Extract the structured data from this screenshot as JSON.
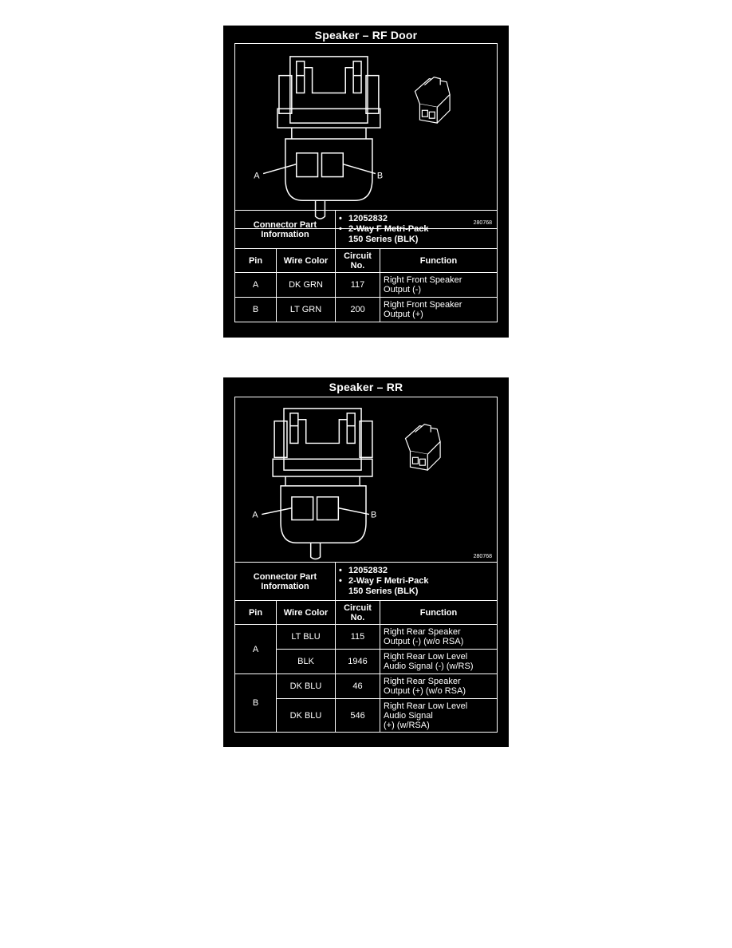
{
  "panels": [
    {
      "title": "Speaker – RF Door",
      "figure_no": "280768",
      "pin_labels": {
        "a": "A",
        "b": "B"
      },
      "connector_info": {
        "label": "Connector Part Information",
        "items": [
          "12052832",
          "2-Way F Metri-Pack",
          "150 Series (BLK)"
        ]
      },
      "columns": [
        "Pin",
        "Wire Color",
        "Circuit No.",
        "Function"
      ],
      "rows": [
        {
          "pin": "A",
          "wire": "DK GRN",
          "circuit": "117",
          "function_l1": "Right Front Speaker",
          "function_l2": "Output (-)"
        },
        {
          "pin": "B",
          "wire": "LT GRN",
          "circuit": "200",
          "function_l1": "Right Front Speaker",
          "function_l2": "Output (+)"
        }
      ]
    },
    {
      "title": "Speaker – RR",
      "figure_no": "280768",
      "pin_labels": {
        "a": "A",
        "b": "B"
      },
      "connector_info": {
        "label": "Connector Part Information",
        "items": [
          "12052832",
          "2-Way F Metri-Pack",
          "150 Series (BLK)"
        ]
      },
      "columns": [
        "Pin",
        "Wire Color",
        "Circuit No.",
        "Function"
      ],
      "rows": [
        {
          "pin": "A",
          "wire": "LT BLU",
          "circuit": "115",
          "function_l1": "Right Rear Speaker",
          "function_l2": "Output (-) (w/o RSA)",
          "function_l3": ""
        },
        {
          "pin": "",
          "wire": "BLK",
          "circuit": "1946",
          "function_l1": "Right Rear Low Level",
          "function_l2": "Audio Signal (-) (w/RS)",
          "function_l3": ""
        },
        {
          "pin": "B",
          "wire": "DK BLU",
          "circuit": "46",
          "function_l1": "Right Rear Speaker",
          "function_l2": "Output (+) (w/o RSA)",
          "function_l3": ""
        },
        {
          "pin": "",
          "wire": "DK BLU",
          "circuit": "546",
          "function_l1": "Right Rear Low Level",
          "function_l2": "Audio Signal",
          "function_l3": "(+) (w/RSA)"
        }
      ]
    }
  ]
}
